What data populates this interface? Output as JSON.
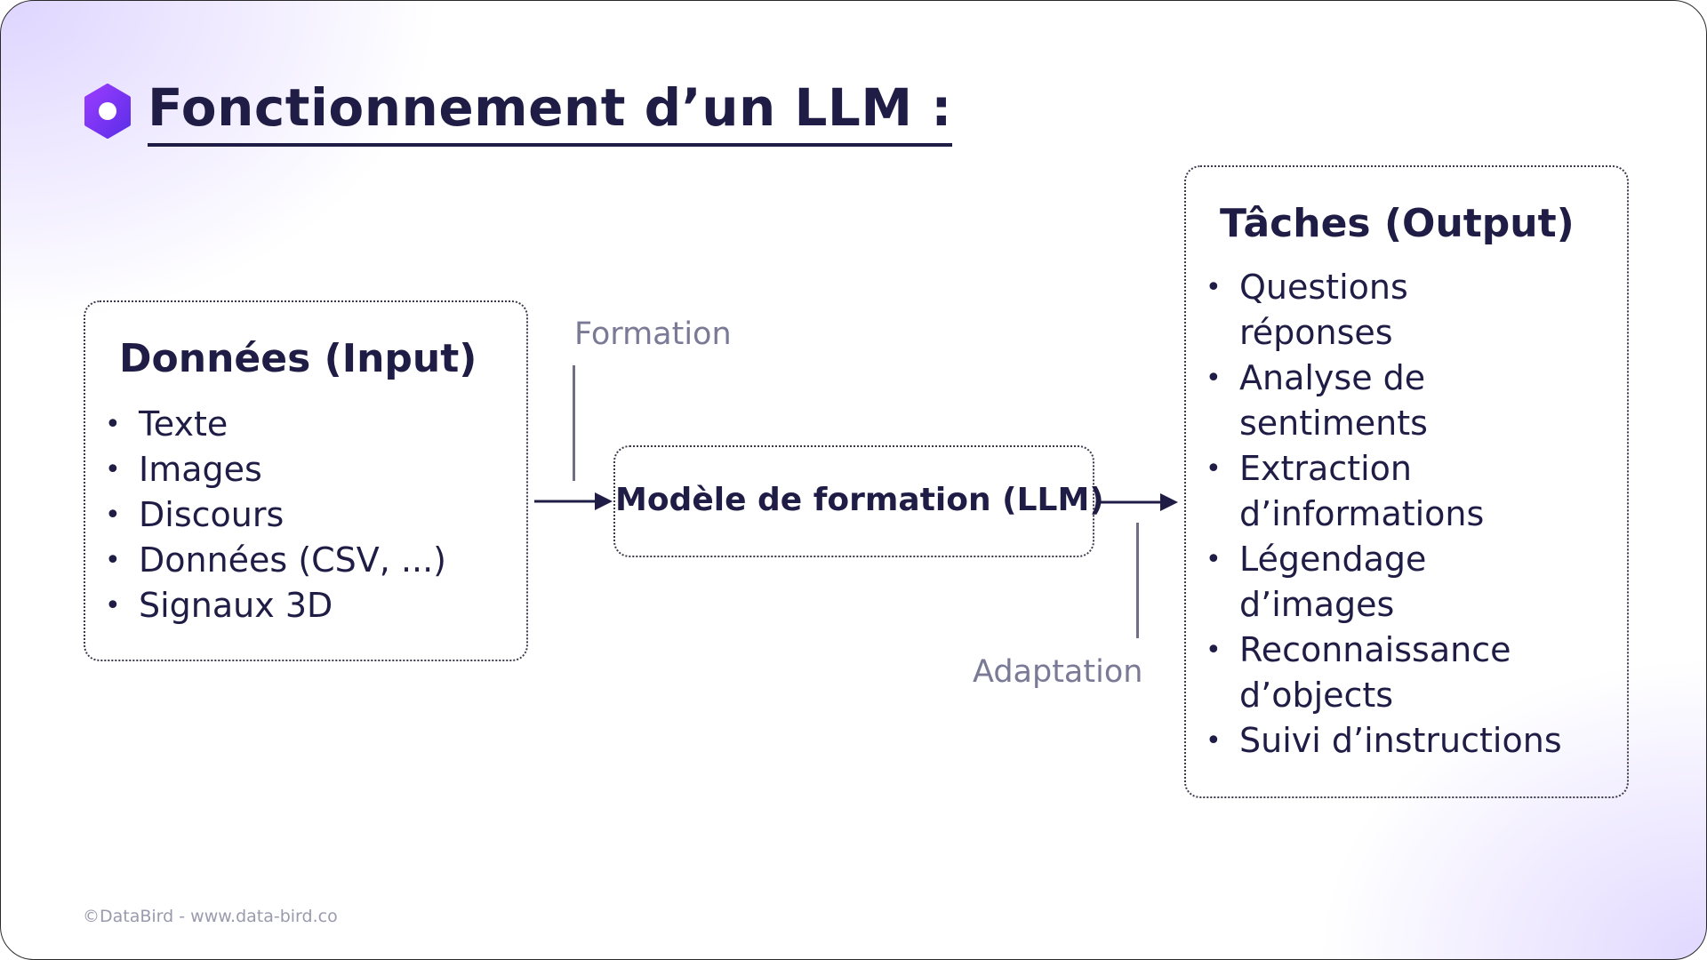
{
  "title": "Fonctionnement d’un LLM :",
  "input_box": {
    "title": "Données (Input)",
    "items": [
      "Texte",
      "Images",
      "Discours",
      "Données (CSV, ...)",
      "Signaux 3D"
    ]
  },
  "model_box": {
    "label": "Modèle de formation (LLM)"
  },
  "annotations": {
    "formation": "Formation",
    "adaptation": "Adaptation"
  },
  "output_box": {
    "title": "Tâches (Output)",
    "items": [
      "Questions réponses",
      "Analyse de sentiments",
      "Extraction d’informations",
      "Légendage d’images",
      "Reconnaissance d’objects",
      "Suivi d’instructions"
    ],
    "item_lines": [
      [
        "Questions",
        "réponses"
      ],
      [
        "Analyse de",
        "sentiments"
      ],
      [
        "Extraction",
        "d’informations"
      ],
      [
        "Légendage",
        "d’images"
      ],
      [
        "Reconnaissance",
        "d’objects"
      ],
      [
        "Suivi d’instructions"
      ]
    ]
  },
  "footer": "©DataBird - www.data-bird.co",
  "colors": {
    "text_dark": "#1f1d45",
    "annotation": "#7a7a96",
    "logo": "#7b2ff7",
    "background_tint": "#c4b2ff"
  },
  "icons": {
    "logo": "hexagon-logo-icon",
    "arrows": "arrow-right-icon"
  }
}
